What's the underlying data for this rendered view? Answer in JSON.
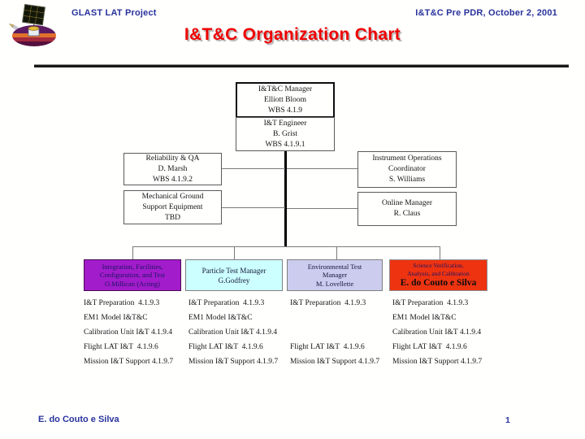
{
  "colors": {
    "header_blue": "#28329b",
    "title_red": "#ee0000",
    "group_purple": "#a21ccb",
    "group_cyan": "#ccffff",
    "group_lavender": "#ccccee",
    "group_red": "#ee3311",
    "navy_text": "#1b1464",
    "connector_gray": "#7a7a7a"
  },
  "header": {
    "project": "GLAST LAT Project",
    "meeting": "I&T&C Pre PDR, October 2, 2001",
    "title": "I&T&C Organization Chart",
    "logo_icon": "glast-satellite-logo"
  },
  "org_chart": {
    "manager": {
      "lines": [
        "I&T&C Manager",
        "Elliott Bloom",
        "WBS 4.1.9"
      ]
    },
    "engineer": {
      "lines": [
        "I&T Engineer",
        "B. Grist",
        "WBS 4.1.9.1"
      ]
    },
    "reliability": {
      "lines": [
        "Reliability & QA",
        "D. Marsh",
        "WBS 4.1.9.2"
      ]
    },
    "mechanical": {
      "lines": [
        "Mechanical Ground",
        "Support Equipment",
        "TBD"
      ]
    },
    "instrument": {
      "lines": [
        "Instrument Operations",
        "Coordinator",
        "S. Williams"
      ]
    },
    "online": {
      "lines": [
        "Online Manager",
        "R. Claus"
      ]
    },
    "groups": [
      {
        "lines": [
          "Integration, Facilities,",
          "Configuration, and Test",
          "O.Millican (Acting)"
        ]
      },
      {
        "lines": [
          "Particle Test Manager",
          "G.Godfrey"
        ]
      },
      {
        "lines": [
          "Environmental Test",
          "Manager",
          "M. Lovellette"
        ]
      },
      {
        "lines": [
          "Science Verification,",
          "Analysis, and Calibration"
        ],
        "name": "E. do Couto e Silva"
      }
    ],
    "task_columns": [
      {
        "items": [
          "I&T Preparation  4.1.9.3",
          "EM1 Model I&T&C",
          "Calibration Unit I&T 4.1.9.4",
          "Flight LAT I&T  4.1.9.6",
          "Mission I&T Support 4.1.9.7"
        ]
      },
      {
        "items": [
          "I&T Preparation  4.1.9.3",
          "EM1 Model I&T&C",
          "Calibration Unit I&T 4.1.9.4",
          "Flight LAT I&T  4.1.9.6",
          "Mission I&T Support 4.1.9.7"
        ]
      },
      {
        "items": [
          "I&T Preparation  4.1.9.3",
          "",
          "",
          "Flight LAT I&T  4.1.9.6",
          "Mission I&T Support 4.1.9.7"
        ]
      },
      {
        "items": [
          "I&T Preparation  4.1.9.3",
          "EM1 Model I&T&C",
          "Calibration Unit I&T 4.1.9.4",
          "Flight LAT I&T  4.1.9.6",
          "Mission I&T Support 4.1.9.7"
        ]
      }
    ]
  },
  "footer": {
    "author": "E. do Couto e Silva",
    "page_number": "1"
  }
}
